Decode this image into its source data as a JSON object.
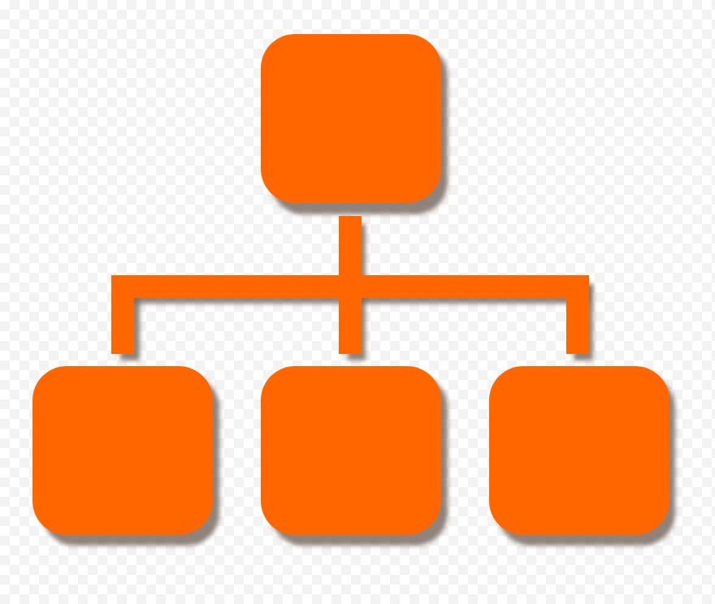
{
  "diagram": {
    "icon": "hierarchy-org-chart-icon",
    "colors": {
      "node": "#ff6600",
      "connector": "#ff6600",
      "shadow": "#7b6d64",
      "background": "#ffffff",
      "checker": "#f3f3f3"
    },
    "nodes": [
      {
        "id": "root",
        "level": 0
      },
      {
        "id": "child-left",
        "level": 1,
        "parent": "root"
      },
      {
        "id": "child-center",
        "level": 1,
        "parent": "root"
      },
      {
        "id": "child-right",
        "level": 1,
        "parent": "root"
      }
    ]
  }
}
